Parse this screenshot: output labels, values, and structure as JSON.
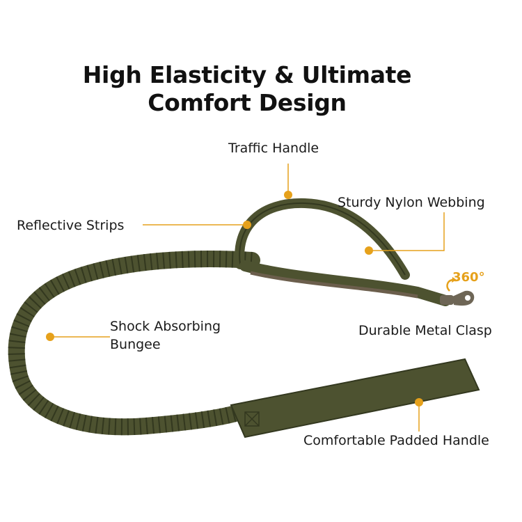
{
  "title": {
    "line1": "High Elasticity & Ultimate",
    "line2": "Comfort Design"
  },
  "callouts": {
    "traffic_handle": "Traffic Handle",
    "sturdy_nylon": "Sturdy Nylon Webbing",
    "reflective_strips": "Reflective Strips",
    "rotation": "360°",
    "metal_clasp": "Durable Metal Clasp",
    "bungee_line1": "Shock Absorbing",
    "bungee_line2": "Bungee",
    "padded_handle": "Comfortable Padded Handle"
  },
  "colors": {
    "leash": "#4d5230",
    "leash_dark": "#33381f",
    "accent": "#e6a11b",
    "clasp": "#6e6656"
  }
}
